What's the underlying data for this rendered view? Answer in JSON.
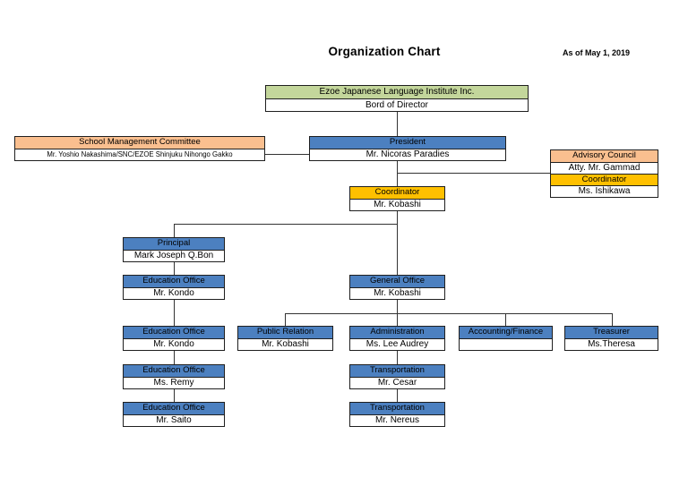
{
  "header": {
    "title": "Organization Chart",
    "date_note": "As of May 1, 2019"
  },
  "colors": {
    "green_header": "#C3D69B",
    "orange_header": "#FABF8F",
    "blue_header": "#4C80C0",
    "gold_header": "#FFC000",
    "border": "#1f1f1f",
    "connector": "#333333"
  },
  "nodes": {
    "institute": {
      "title": "Ezoe Japanese Language Institute Inc.",
      "name": "Bord of Director"
    },
    "committee": {
      "title": "School Management Committee",
      "name": "Mr. Yoshio Nakashima/SNC/EZOE Shinjuku Nihongo Gakko"
    },
    "president": {
      "title": "President",
      "name": "Mr. Nicoras Paradies"
    },
    "advisory": {
      "rows": [
        "Advisory Council",
        "Atty. Mr. Gammad",
        "Coordinator",
        "Ms. Ishikawa"
      ]
    },
    "coordinator": {
      "title": "Coordinator",
      "name": "Mr. Kobashi"
    },
    "principal": {
      "title": "Principal",
      "name": "Mark Joseph Q.Bon"
    },
    "education1": {
      "title": "Education Office",
      "name": "Mr. Kondo"
    },
    "education2": {
      "title": "Education Office",
      "name": "Mr. Kondo"
    },
    "education3": {
      "title": "Education Office",
      "name": "Ms. Remy"
    },
    "education4": {
      "title": "Education Office",
      "name": "Mr. Saito"
    },
    "general": {
      "title": "General Office",
      "name": "Mr. Kobashi"
    },
    "public_relation": {
      "title": "Public Relation",
      "name": "Mr. Kobashi"
    },
    "administration": {
      "title": "Administration",
      "name": "Ms. Lee Audrey"
    },
    "accounting": {
      "title": "Accounting/Finance",
      "name": ""
    },
    "treasurer": {
      "title": "Treasurer",
      "name": "Ms.Theresa"
    },
    "transportation1": {
      "title": "Transportation",
      "name": "Mr. Cesar"
    },
    "transportation2": {
      "title": "Transportation",
      "name": "Mr. Nereus"
    }
  }
}
